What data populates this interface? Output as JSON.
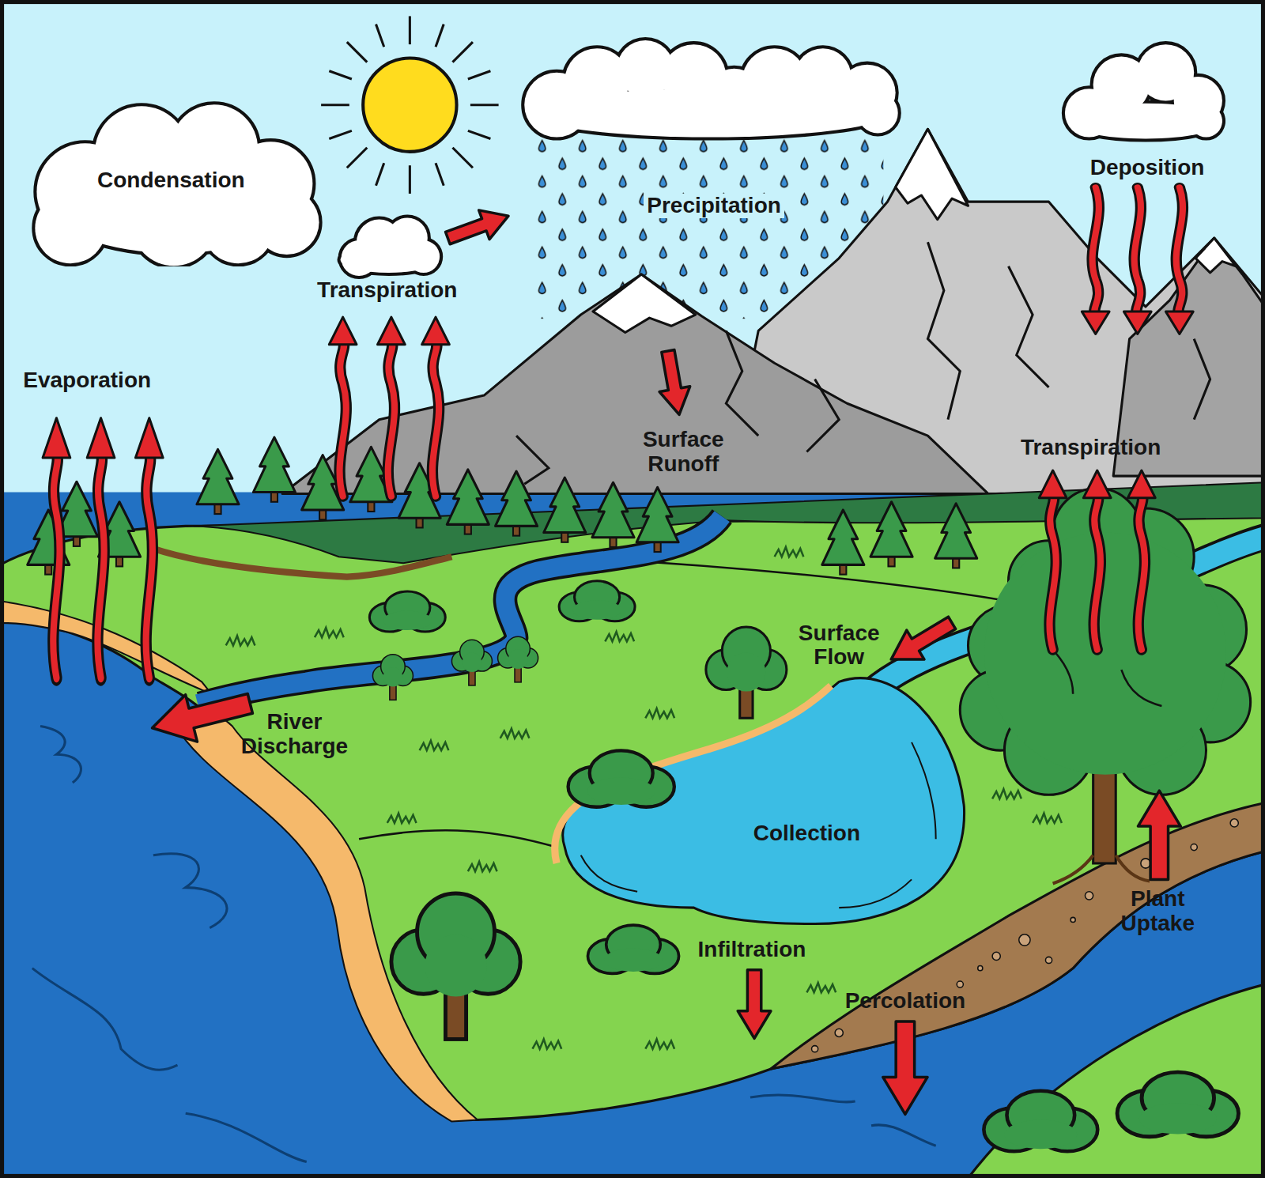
{
  "diagram": {
    "nodes": [
      {
        "text": [
          "Condensation"
        ]
      }
    ],
    "labels": [
      "Precipitation",
      "Deposition",
      "Transpiration",
      "Evaporation",
      "Surface Runoff",
      "Transpiration",
      "Surface Flow",
      "River Discharge",
      "Collection",
      "Plant Uptake",
      "Infiltration",
      "Percolation"
    ]
  }
}
